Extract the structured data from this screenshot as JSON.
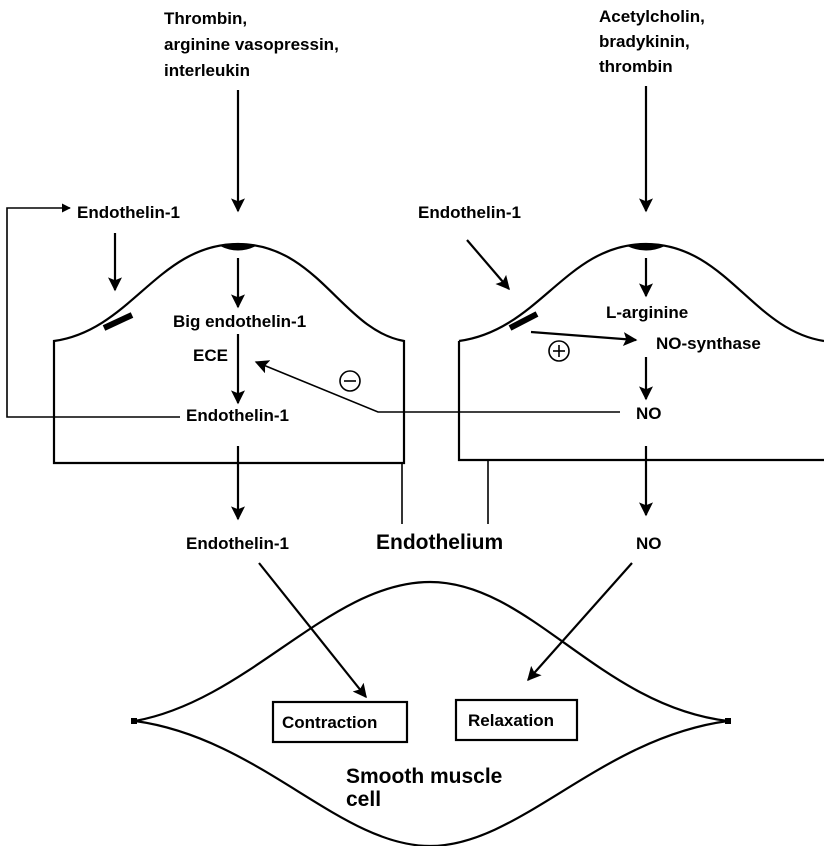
{
  "stimuli": {
    "left": [
      "Thrombin,",
      "arginine vasopressin,",
      "interleukin"
    ],
    "right": [
      "Acetylcholin,",
      "bradykinin,",
      "thrombin"
    ]
  },
  "left_cell": {
    "endothelin_top": "Endothelin-1",
    "big_endothelin": "Big endothelin-1",
    "ece": "ECE",
    "endothelin_inner": "Endothelin-1",
    "endothelin_out": "Endothelin-1",
    "inhibit_symbol": "⊖"
  },
  "right_cell": {
    "endothelin_in": "Endothelin-1",
    "l_prefix": "L",
    "arginine": "-arginine",
    "no_synthase": "NO-synthase",
    "no_inner": "NO",
    "no_out": "NO",
    "stimulate_symbol": "⊕"
  },
  "endothelium_label": "Endothelium",
  "muscle": {
    "contraction": "Contraction",
    "relaxation": "Relaxation",
    "label_line1": "Smooth muscle",
    "label_line2": "cell"
  }
}
